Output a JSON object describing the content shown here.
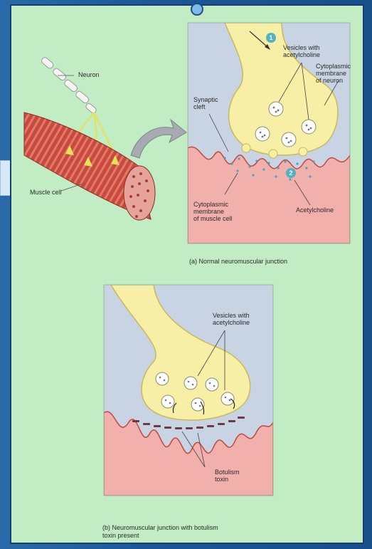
{
  "labels": {
    "neuron": "Neuron",
    "muscle_cell": "Muscle cell",
    "vesicles_top": "Vesicles with\nacetylcholine",
    "cyto_neuron": "Cytoplasmic\nmembrane\nof neuron",
    "synaptic_cleft": "Synaptic\ncleft",
    "cyto_muscle": "Cytoplasmic\nmembrane\nof muscle cell",
    "acetylcholine": "Acetylcholine",
    "vesicles_bottom": "Vesicles with\nacetylcholine",
    "botulism_toxin": "Botulism\ntoxin"
  },
  "steps": {
    "one": "1",
    "two": "2"
  },
  "captions": {
    "a": "(a) Normal neuromuscular junction",
    "b": "(b) Neuromuscular junction with botulism\n toxin present"
  },
  "colors": {
    "panel_bg": "#c2ecc3",
    "neuron_fill": "#f7efa6",
    "muscle_fill": "#f2b0ac",
    "cleft_bg": "#c8d3e4",
    "muscle_red": "#c4473b",
    "step_teal": "#4fb3c4"
  }
}
